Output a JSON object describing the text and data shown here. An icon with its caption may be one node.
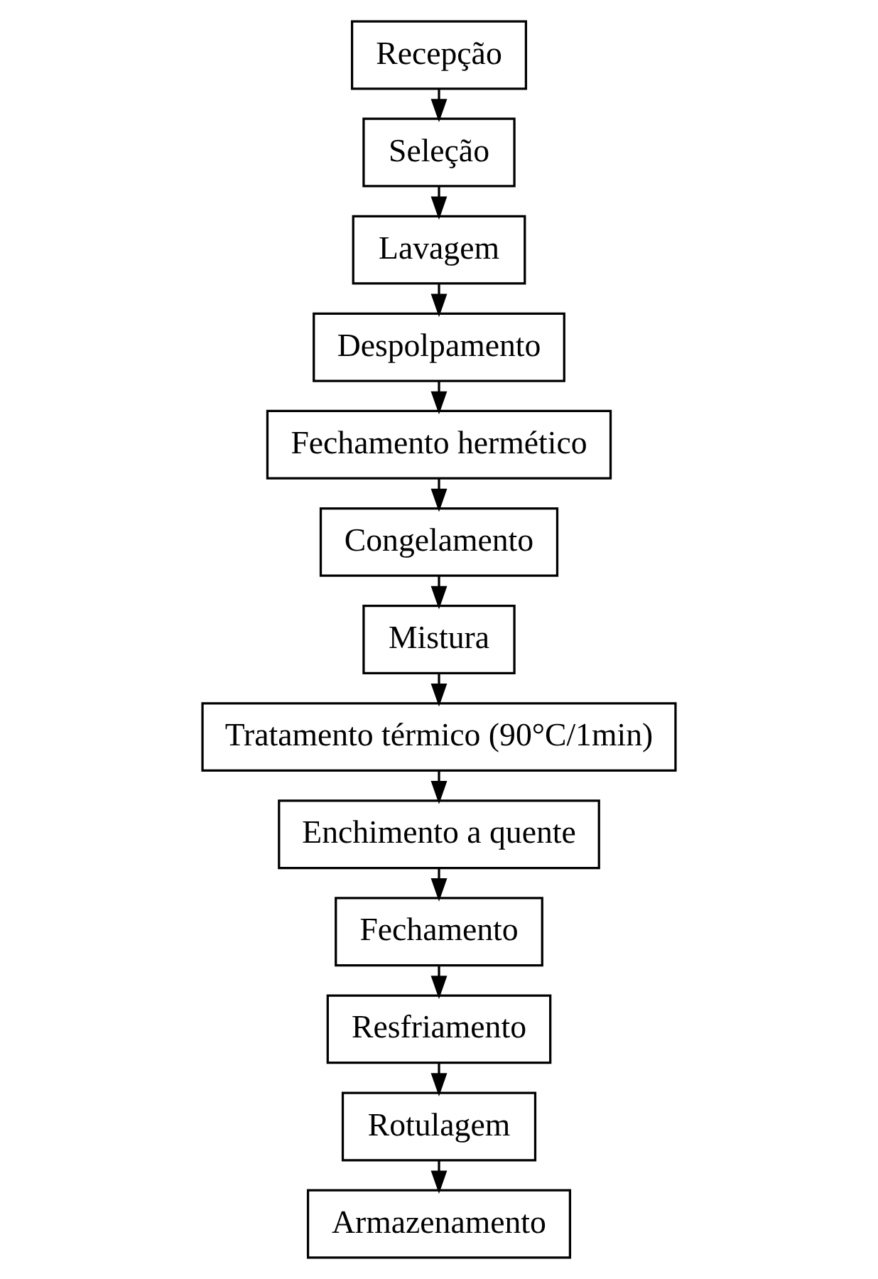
{
  "diagram": {
    "nodes": [
      {
        "text": [
          "Recepção"
        ]
      },
      {
        "text": [
          "Seleção"
        ]
      },
      {
        "text": [
          "Lavagem"
        ]
      },
      {
        "text": [
          "Despolpamento"
        ]
      },
      {
        "text": [
          "Fechamento hermético"
        ]
      },
      {
        "text": [
          "Congelamento"
        ]
      },
      {
        "text": [
          "Mistura"
        ]
      },
      {
        "text": [
          "Tratamento térmico (90°C/1min)"
        ]
      },
      {
        "text": [
          "Enchimento a quente"
        ]
      },
      {
        "text": [
          "Fechamento"
        ]
      },
      {
        "text": [
          "Resfriamento"
        ]
      },
      {
        "text": [
          "Rotulagem"
        ]
      },
      {
        "text": [
          "Armazenamento"
        ]
      }
    ],
    "edges": [
      {
        "from": 0,
        "to": 1,
        "arrow": "to"
      },
      {
        "from": 1,
        "to": 2,
        "arrow": "to"
      },
      {
        "from": 2,
        "to": 3,
        "arrow": "to"
      },
      {
        "from": 3,
        "to": 4,
        "arrow": "to"
      },
      {
        "from": 4,
        "to": 5,
        "arrow": "to"
      },
      {
        "from": 5,
        "to": 6,
        "arrow": "to"
      },
      {
        "from": 6,
        "to": 7,
        "arrow": "to"
      },
      {
        "from": 7,
        "to": 8,
        "arrow": "to"
      },
      {
        "from": 8,
        "to": 9,
        "arrow": "to"
      },
      {
        "from": 9,
        "to": 10,
        "arrow": "to"
      },
      {
        "from": 10,
        "to": 11,
        "arrow": "to"
      },
      {
        "from": 11,
        "to": 12,
        "arrow": "to"
      }
    ]
  }
}
